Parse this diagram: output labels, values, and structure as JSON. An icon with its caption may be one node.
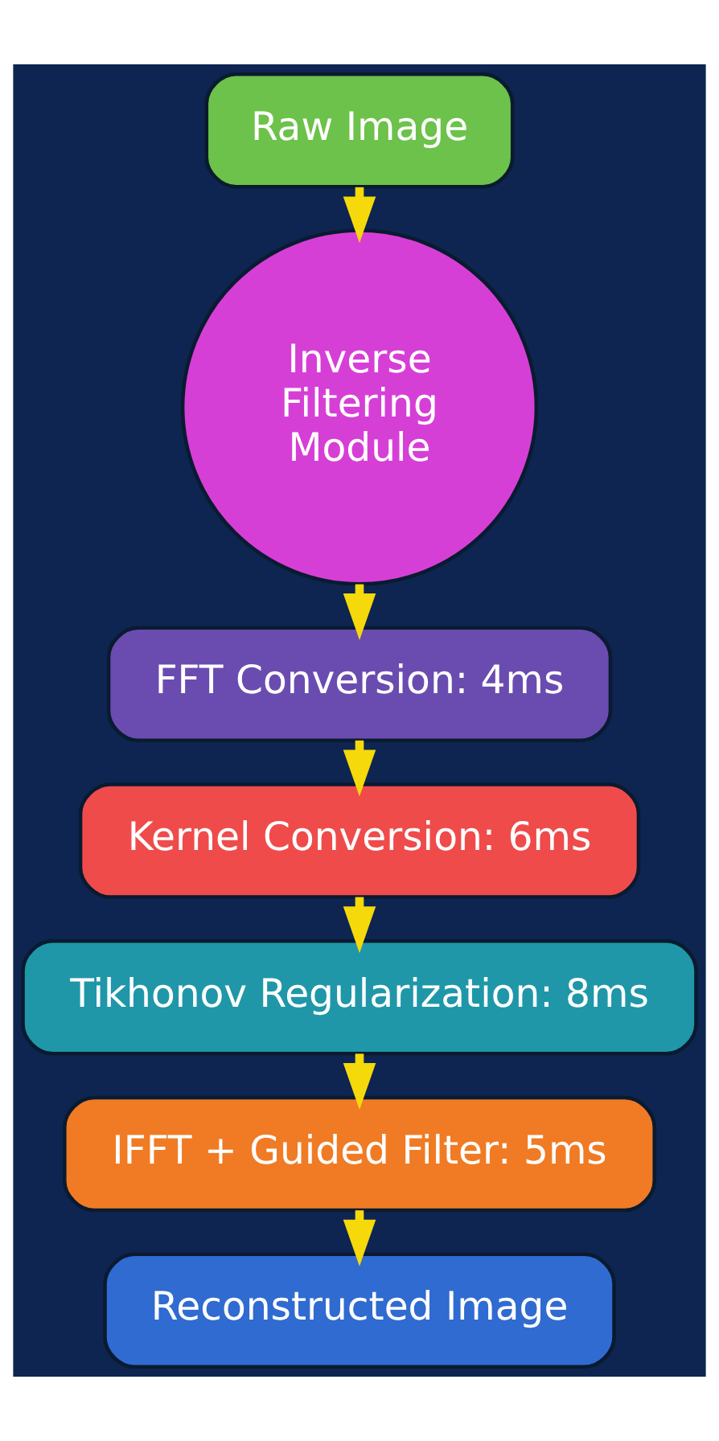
{
  "diagram": {
    "nodes": [
      {
        "text": [
          "Raw Image"
        ]
      },
      {
        "text": [
          "Inverse Filtering Module"
        ]
      },
      {
        "text": [
          "FFT Conversion: 4ms"
        ]
      },
      {
        "text": [
          "Kernel Conversion: 6ms"
        ]
      },
      {
        "text": [
          "Tikhonov Regularization: 8ms"
        ]
      },
      {
        "text": [
          "IFFT + Guided Filter: 5ms"
        ]
      },
      {
        "text": [
          "Reconstructed Image"
        ]
      }
    ],
    "edges": [
      {
        "from": 0,
        "to": 1,
        "arrow": "to"
      },
      {
        "from": 1,
        "to": 2,
        "arrow": "to"
      },
      {
        "from": 2,
        "to": 3,
        "arrow": "to"
      },
      {
        "from": 3,
        "to": 4,
        "arrow": "to"
      },
      {
        "from": 4,
        "to": 5,
        "arrow": "to"
      },
      {
        "from": 5,
        "to": 6,
        "arrow": "to"
      }
    ]
  }
}
